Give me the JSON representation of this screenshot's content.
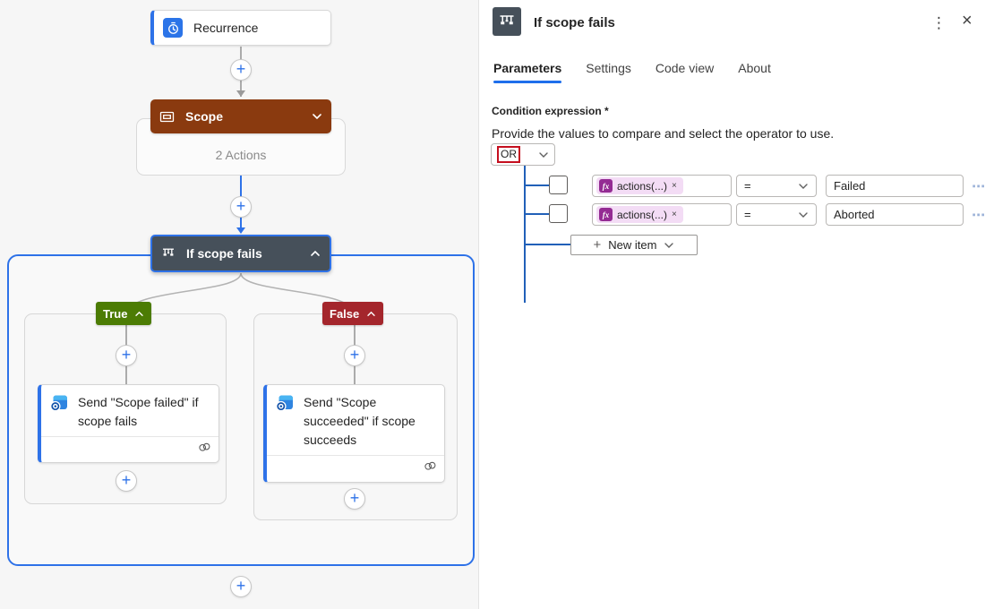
{
  "icons": {
    "plus": "+",
    "kebab": "⋮",
    "close": "×",
    "more": "⋯",
    "fx": "fx",
    "token_remove": "×",
    "asterisk": "*"
  },
  "canvas": {
    "recurrence_label": "Recurrence",
    "scope": {
      "label": "Scope",
      "summary": "2 Actions"
    },
    "condition_label": "If scope fails",
    "true_branch": {
      "label": "True",
      "action_title": "Send \"Scope failed\" if scope fails"
    },
    "false_branch": {
      "label": "False",
      "action_title": "Send \"Scope succeeded\" if scope succeeds"
    }
  },
  "panel": {
    "title": "If scope fails",
    "tabs": {
      "parameters": "Parameters",
      "settings": "Settings",
      "code_view": "Code view",
      "about": "About"
    },
    "condition": {
      "label": "Condition expression",
      "description": "Provide the values to compare and select the operator to use.",
      "group_operator": "OR",
      "rows": [
        {
          "token": "actions(...)",
          "operator": "=",
          "value": "Failed"
        },
        {
          "token": "actions(...)",
          "operator": "=",
          "value": "Aborted"
        }
      ],
      "new_item": "New item"
    }
  },
  "colors": {
    "accent_blue": "#2e72e8",
    "tree_blue": "#2160b8",
    "scope_brown": "#8a3a0f",
    "condition_slate": "#46505a",
    "true_green": "#4c7c04",
    "false_red": "#a4262c",
    "token_pink": "#f3dcf5",
    "fx_purple": "#942b93",
    "or_outline_red": "#c50f1f",
    "tab_underline": "#1f6feb"
  }
}
